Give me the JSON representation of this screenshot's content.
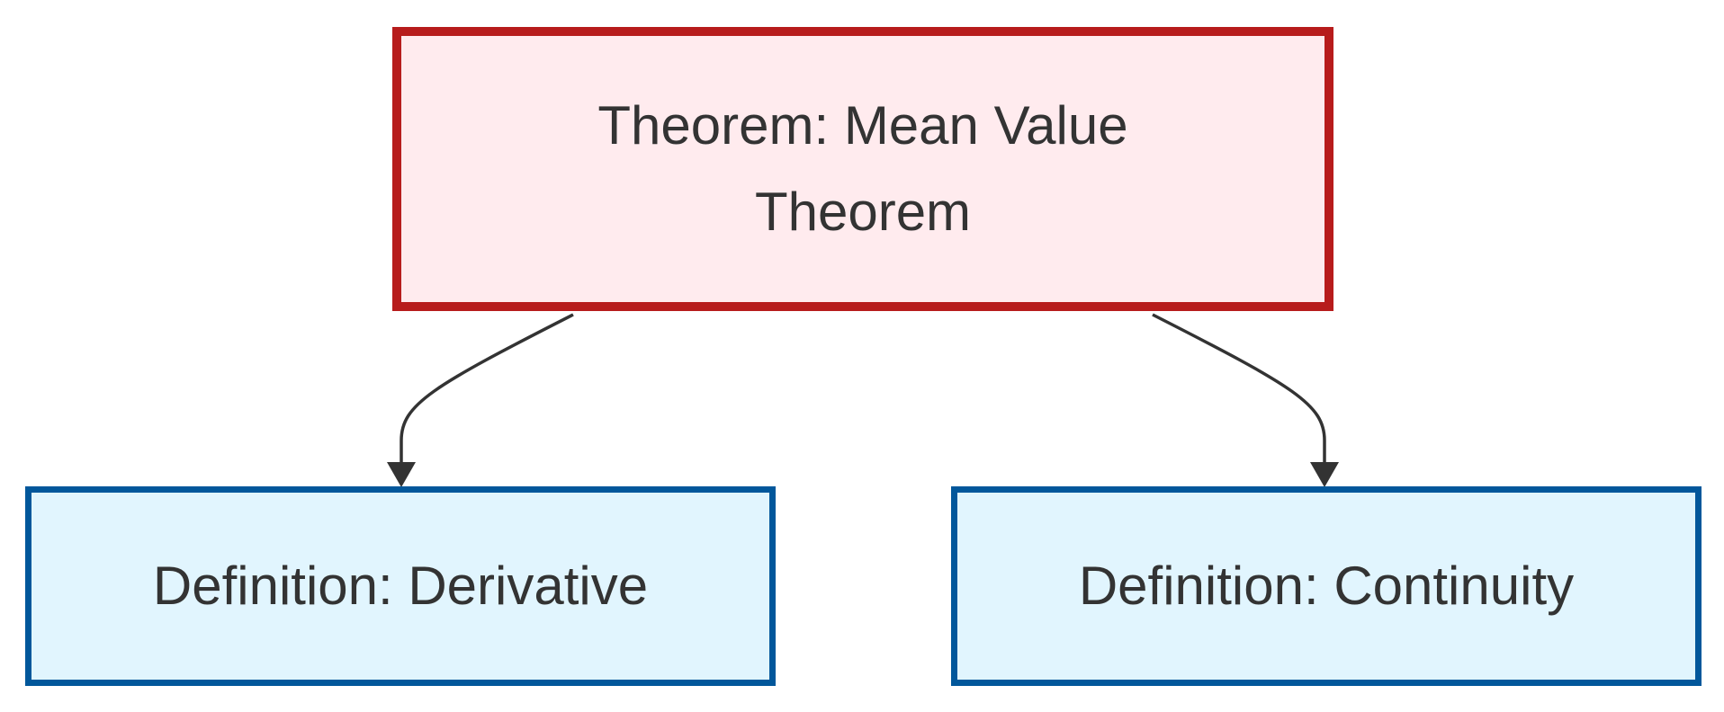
{
  "diagram": {
    "nodes": {
      "theorem": {
        "label": "Theorem: Mean Value Theorem",
        "fill": "#ffebee",
        "border": "#b71c1c"
      },
      "derivative": {
        "label": "Definition: Derivative",
        "fill": "#e1f5fe",
        "border": "#01579b"
      },
      "continuity": {
        "label": "Definition: Continuity",
        "fill": "#e1f5fe",
        "border": "#01579b"
      }
    },
    "edges": [
      {
        "from": "theorem",
        "to": "derivative"
      },
      {
        "from": "theorem",
        "to": "continuity"
      }
    ],
    "edge_color": "#333333"
  }
}
